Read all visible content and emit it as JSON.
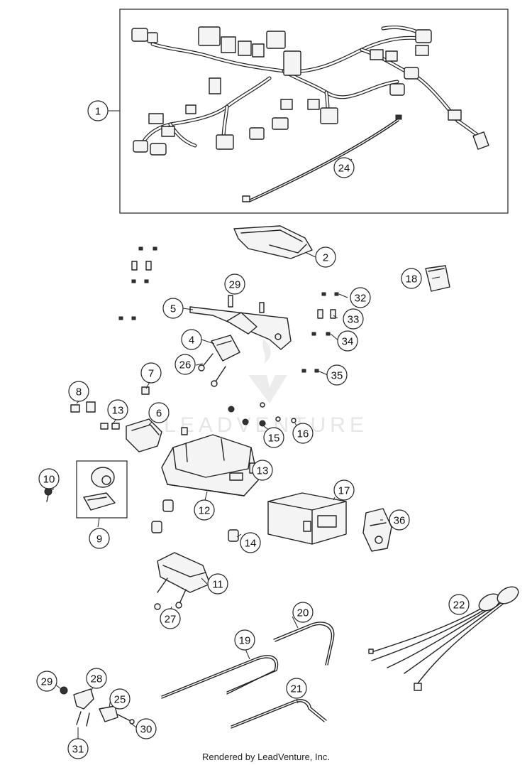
{
  "watermark": {
    "text": "LEADVENTURE",
    "color": "#e6e6e6"
  },
  "footer": {
    "credit": "Rendered by LeadVenture, Inc."
  },
  "callouts": {
    "c1": "1",
    "c2": "2",
    "c4": "4",
    "c5": "5",
    "c6": "6",
    "c7": "7",
    "c8": "8",
    "c9": "9",
    "c10": "10",
    "c11": "11",
    "c12": "12",
    "c13a": "13",
    "c13b": "13",
    "c14": "14",
    "c15": "15",
    "c16": "16",
    "c17": "17",
    "c18": "18",
    "c19": "19",
    "c20": "20",
    "c21": "21",
    "c22": "22",
    "c24": "24",
    "c25": "25",
    "c26": "26",
    "c27": "27",
    "c28": "28",
    "c29a": "29",
    "c29b": "29",
    "c30": "30",
    "c31": "31",
    "c32": "32",
    "c33": "33",
    "c34": "34",
    "c35": "35",
    "c36": "36"
  }
}
